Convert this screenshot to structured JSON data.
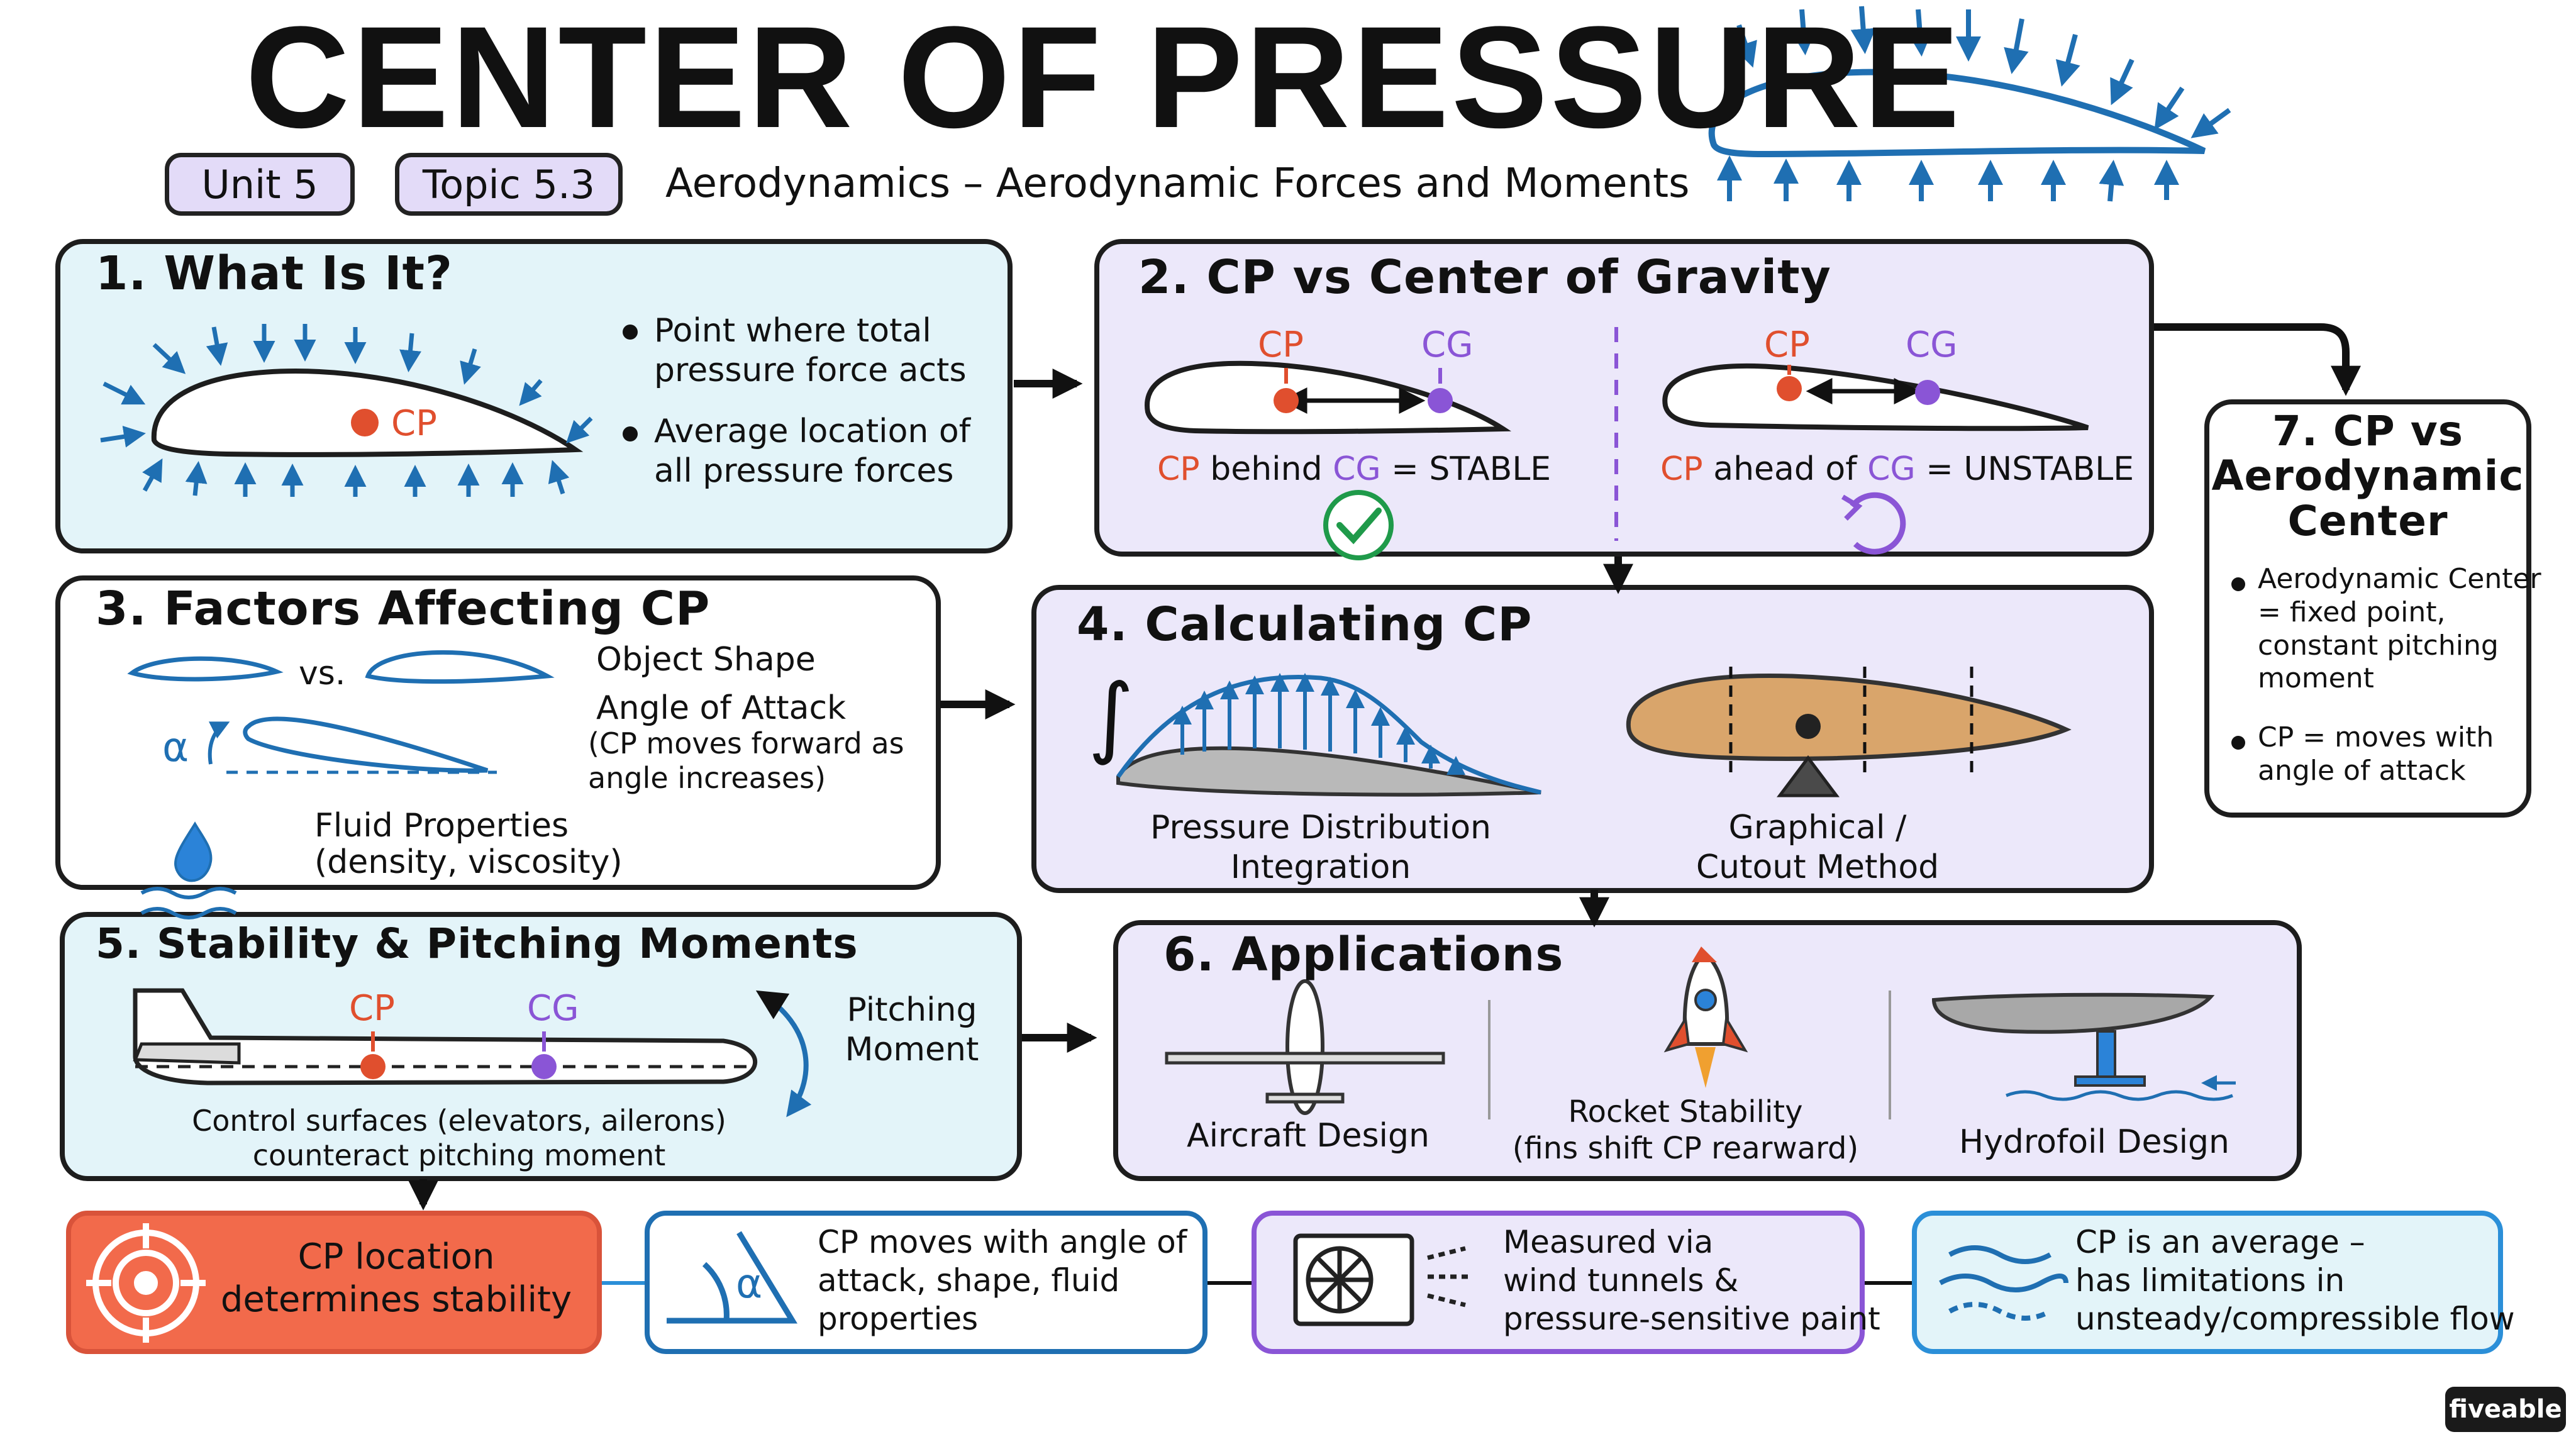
{
  "header": {
    "title": "CENTER OF PRESSURE",
    "unit": "Unit 5",
    "topic": "Topic 5.3",
    "subtitle": "Aerodynamics – Aerodynamic Forces and Moments"
  },
  "panels": {
    "what_is_it": {
      "heading": "1. What Is It?",
      "cp_label": "CP",
      "bullets": [
        "Point where total pressure force acts",
        "Average location of all pressure forces"
      ]
    },
    "cp_vs_cg": {
      "heading": "2. CP vs Center of Gravity",
      "cp": "CP",
      "cg": "CG",
      "stable_prefix": "CP",
      "stable_mid": "behind",
      "stable_cg": "CG",
      "stable_suffix": "= STABLE",
      "unstable_prefix": "CP",
      "unstable_mid": "ahead of",
      "unstable_cg": "CG",
      "unstable_suffix": "= UNSTABLE"
    },
    "factors": {
      "heading": "3. Factors Affecting CP",
      "vs": "vs.",
      "alpha": "α",
      "shape": "Object Shape",
      "aoa": "Angle of Attack",
      "aoa_note_1": "(CP moves forward as",
      "aoa_note_2": "angle increases)",
      "fluid": "Fluid Properties",
      "fluid_note": "(density, viscosity)"
    },
    "calculating": {
      "heading": "4. Calculating CP",
      "integral": "∫",
      "method1_line1": "Pressure Distribution",
      "method1_line2": "Integration",
      "method2_line1": "Graphical /",
      "method2_line2": "Cutout Method"
    },
    "stability": {
      "heading": "5. Stability & Pitching Moments",
      "cp": "CP",
      "cg": "CG",
      "moment_line1": "Pitching",
      "moment_line2": "Moment",
      "caption_line1": "Control surfaces (elevators, ailerons)",
      "caption_line2": "counteract pitching moment"
    },
    "applications": {
      "heading": "6. Applications",
      "aircraft": "Aircraft Design",
      "rocket_line1": "Rocket Stability",
      "rocket_line2": "(fins shift CP rearward)",
      "hydrofoil": "Hydrofoil Design"
    },
    "aero_center": {
      "heading_line1": "7. CP vs",
      "heading_line2": "Aerodynamic",
      "heading_line3": "Center",
      "b1_line1": "Aerodynamic Center",
      "b1_line2": "= fixed point,",
      "b1_line3": "constant pitching",
      "b1_line4": "moment",
      "b2_line1": "CP = moves with",
      "b2_line2": "angle of attack"
    }
  },
  "summary": [
    {
      "line1": "CP location",
      "line2": "determines stability"
    },
    {
      "line1": "CP moves with angle of",
      "line2": "attack, shape, fluid",
      "line3": "properties",
      "icon_label": "α"
    },
    {
      "line1": "Measured via",
      "line2": "wind tunnels &",
      "line3": "pressure-sensitive paint"
    },
    {
      "line1": "CP is an average –",
      "line2": "has limitations in",
      "line3": "unsteady/compressible flow"
    }
  ],
  "brand": "fiveable",
  "colors": {
    "blue_panel": "#e3f4f9",
    "purple_panel": "#ece8fa",
    "cp_red": "#e04f2e",
    "cg_purple": "#8a55d6",
    "arrow_blue": "#1f6fb2",
    "stable_green": "#1f9a4a",
    "summary_orange": "#f26a4b"
  }
}
